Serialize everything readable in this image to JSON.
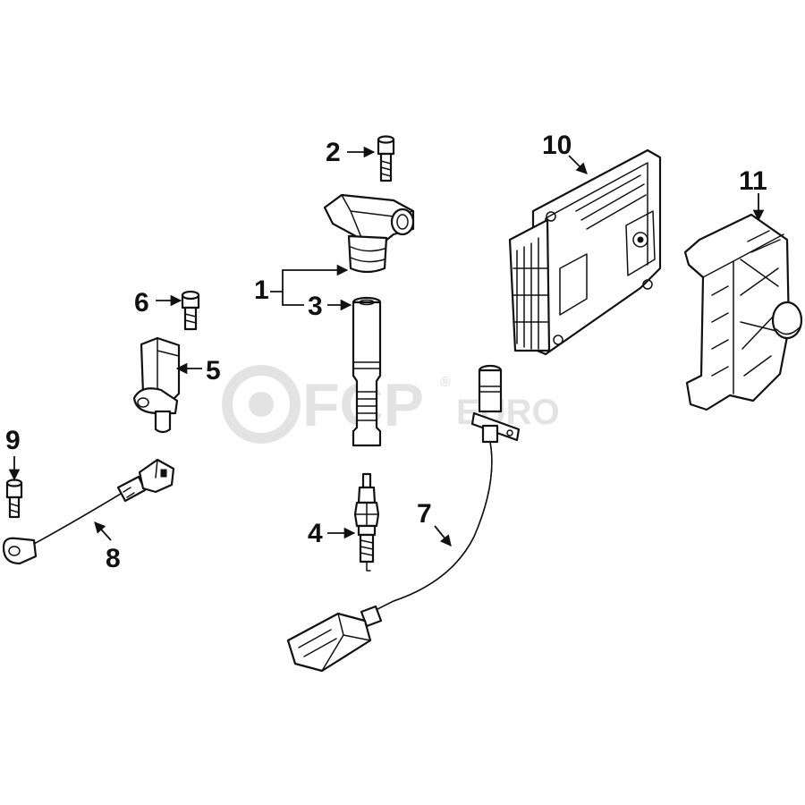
{
  "watermark": {
    "brand": "FCP",
    "suffix": "EURO",
    "mark": "®"
  },
  "callouts": [
    {
      "id": "1",
      "label": "1"
    },
    {
      "id": "2",
      "label": "2"
    },
    {
      "id": "3",
      "label": "3"
    },
    {
      "id": "4",
      "label": "4"
    },
    {
      "id": "5",
      "label": "5"
    },
    {
      "id": "6",
      "label": "6"
    },
    {
      "id": "7",
      "label": "7"
    },
    {
      "id": "8",
      "label": "8"
    },
    {
      "id": "9",
      "label": "9"
    },
    {
      "id": "10",
      "label": "10"
    },
    {
      "id": "11",
      "label": "11"
    }
  ],
  "colors": {
    "line": "#111111",
    "background": "#ffffff",
    "watermark": "#e3e3e3"
  }
}
